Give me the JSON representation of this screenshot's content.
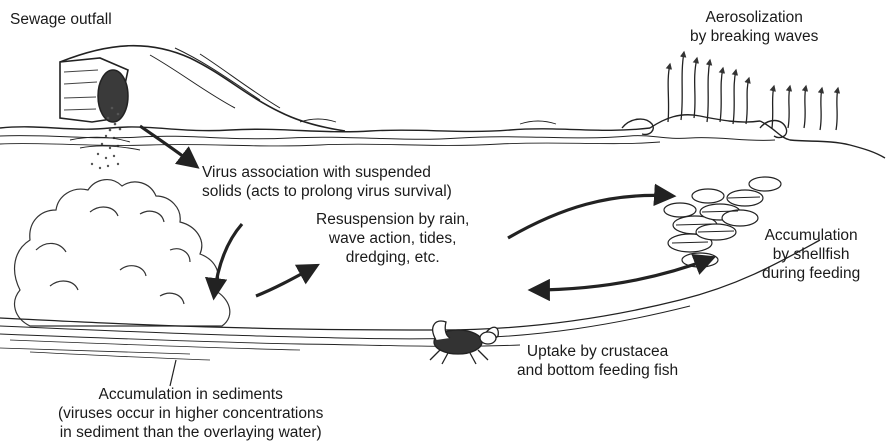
{
  "labels": {
    "sewage_outfall": "Sewage outfall",
    "aerosolization": [
      "Aerosolization",
      "by breaking waves"
    ],
    "virus_association": [
      "Virus association with suspended",
      "solids (acts to prolong virus survival)"
    ],
    "resuspension": [
      "Resuspension by rain,",
      "wave action, tides,",
      "dredging, etc."
    ],
    "accumulation_shellfish": [
      "Accumulation",
      "by shellfish",
      "during feeding"
    ],
    "uptake_crustacea": [
      "Uptake by crustacea",
      "and bottom feeding fish"
    ],
    "accumulation_sediments": [
      "Accumulation in sediments",
      "(viruses occur in higher concentrations",
      "in sediment than the overlaying water)"
    ]
  }
}
